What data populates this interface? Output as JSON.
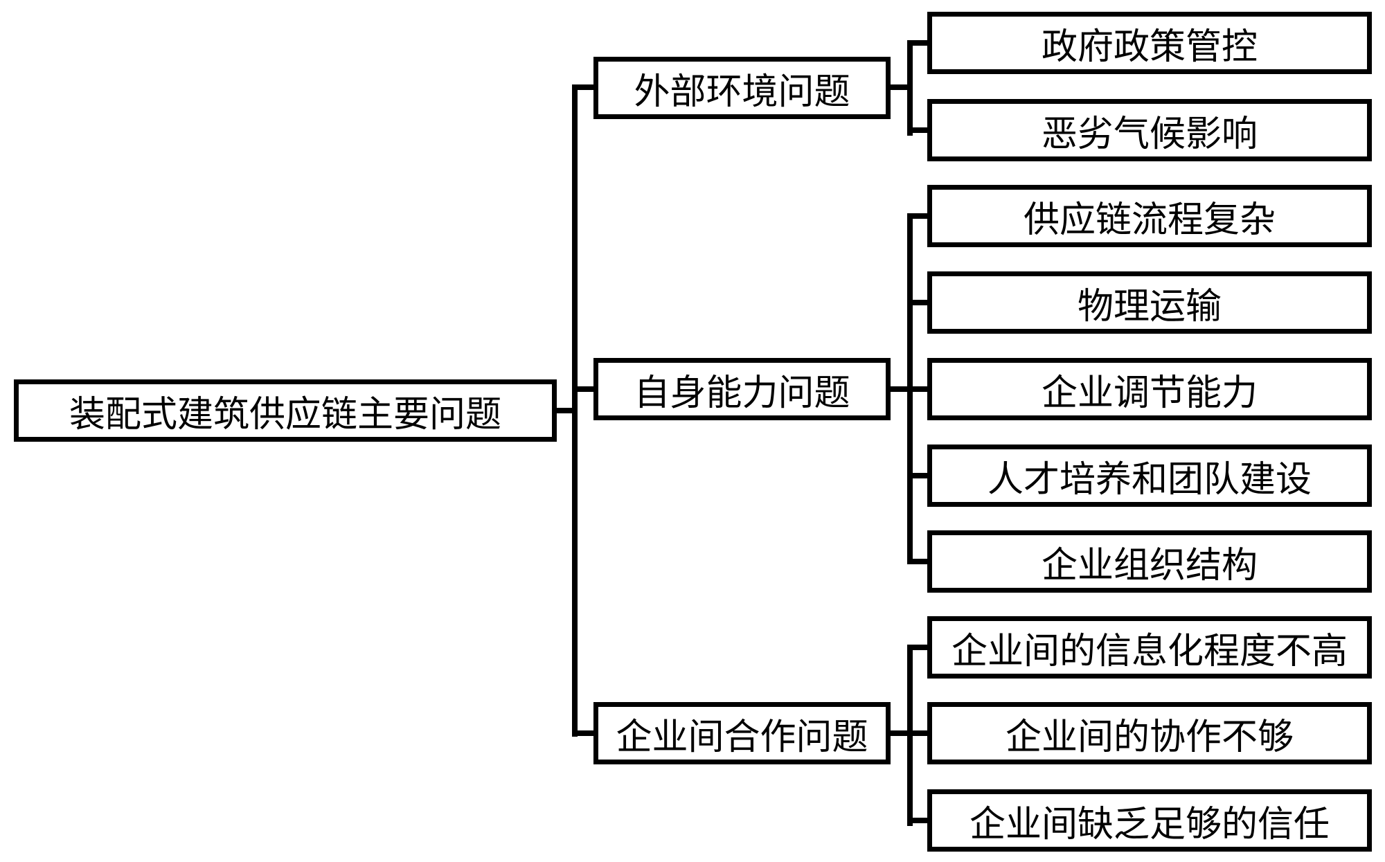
{
  "root": {
    "label": "装配式建筑供应链主要问题"
  },
  "groups": [
    {
      "label": "外部环境问题",
      "items": [
        "政府政策管控",
        "恶劣气候影响"
      ]
    },
    {
      "label": "自身能力问题",
      "items": [
        "供应链流程复杂",
        "物理运输",
        "企业调节能力",
        "人才培养和团队建设",
        "企业组织结构"
      ]
    },
    {
      "label": "企业间合作问题",
      "items": [
        "企业间的信息化程度不高",
        "企业间的协作不够",
        "企业间缺乏足够的信任"
      ]
    }
  ]
}
